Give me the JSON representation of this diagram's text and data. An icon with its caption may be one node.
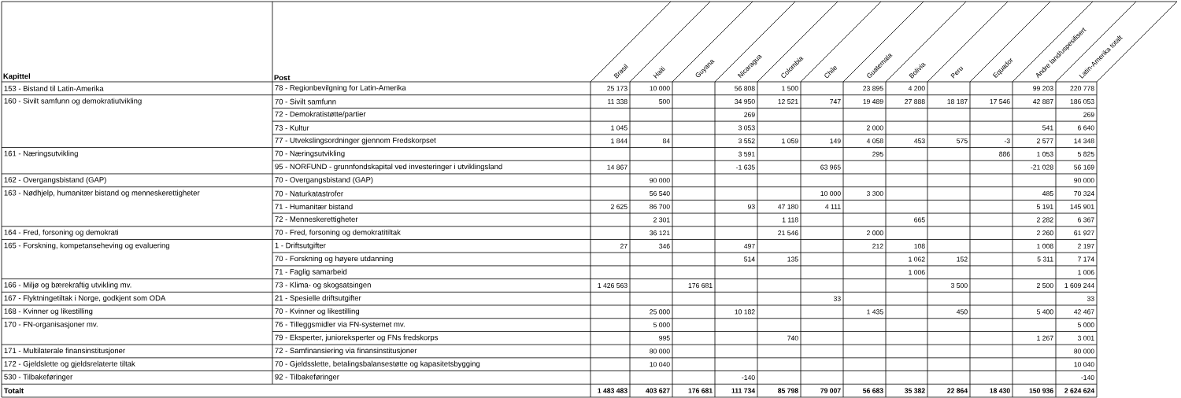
{
  "diagram": {
    "labels": [
      "Kapittel",
      "Post",
      "Brasil",
      "Haiti",
      "Guyana",
      "Nicaragua",
      "Colombia",
      "Chile",
      "Guatemala",
      "Bolivia",
      "Peru",
      "Equador",
      "Andre land/uspesifisert",
      "Latin-Amerika totalt",
      "153 - Bistand til Latin-Amerika",
      "78 - Regionbevilgning for Latin-Amerika",
      "25 173",
      "10 000",
      "56 808",
      "1 500",
      "23 895",
      "4 200",
      "99 203",
      "220 778",
      "160 - Sivilt samfunn og demokratiutvikling",
      "70 - Sivilt samfunn",
      "11 338",
      "500",
      "34 950",
      "12 521",
      "747",
      "19 489",
      "27 888",
      "18 187",
      "17 546",
      "42 887",
      "186 053",
      "72 - Demokratistøtte/partier",
      "269",
      "269",
      "73 - Kultur",
      "1 045",
      "3 053",
      "2 000",
      "541",
      "6 640",
      "77 - Utvekslingsordninger gjennom Fredskorpset",
      "1 844",
      "84",
      "3 552",
      "1 059",
      "149",
      "4 058",
      "453",
      "575",
      "-3",
      "2 577",
      "14 348",
      "161 - Næringsutvikling",
      "70 - Næringsutvikling",
      "3 591",
      "295",
      "886",
      "1 053",
      "5 825",
      "95 - NORFUND - grunnfondskapital ved investeringer i utviklingsland",
      "14 867",
      "-1 635",
      "63 965",
      "-21 028",
      "56 169",
      "162 - Overgangsbistand (GAP)",
      "70 - Overgangsbistand (GAP)",
      "90 000",
      "90 000",
      "163 - Nødhjelp, humanitær bistand og menneskerettigheter",
      "70 - Naturkatastrofer",
      "56 540",
      "10 000",
      "3 300",
      "485",
      "70 324",
      "71 - Humanitær bistand",
      "2 625",
      "86 700",
      "93",
      "47 180",
      "4 111",
      "5 191",
      "145 901",
      "72 - Menneskerettigheter",
      "2 301",
      "1 118",
      "665",
      "2 282",
      "6 367",
      "164 - Fred, forsoning og demokrati",
      "70 - Fred, forsoning og demokratitiltak",
      "36 121",
      "21 546",
      "2 000",
      "2 260",
      "61 927",
      "165 - Forskning, kompetanseheving og evaluering",
      "1 - Driftsutgifter",
      "27",
      "346",
      "497",
      "212",
      "108",
      "1 008",
      "2 197",
      "70 - Forskning og høyere utdanning",
      "514",
      "135",
      "1 062",
      "152",
      "5 311",
      "7 174",
      "71 - Faglig samarbeid",
      "1 006",
      "1 006",
      "166 - Miljø og bærekraftig utvikling mv.",
      "73 - Klima- og skogsatsingen",
      "1 426 563",
      "176 681",
      "3 500",
      "2 500",
      "1 609 244",
      "167 - Flyktningetiltak i Norge, godkjent som ODA",
      "21 - Spesielle driftsutgifter",
      "33",
      "33",
      "168 - Kvinner og likestilling",
      "70 - Kvinner og likestilling",
      "25 000",
      "10 182",
      "1 435",
      "450",
      "5 400",
      "42 467",
      "170 - FN-organisasjoner mv.",
      "76 - Tilleggsmidler via FN-systemet mv.",
      "5 000",
      "5 000",
      "79 - Eksperter, junioreksperter og FNs fredskorps",
      "995",
      "740",
      "1 267",
      "3 001",
      "171 - Multilaterale finansinstitusjoner",
      "72 - Samfinansiering via finansinstitusjoner",
      "80 000",
      "80 000",
      "172 - Gjeldslette og gjeldsrelaterte tiltak",
      "70 - Gjeldsslette, betalingsbalansestøtte og kapasitetsbygging",
      "10 040",
      "10 040",
      "530 - Tilbakeføringer",
      "92 - Tilbakeføringer",
      "-140",
      "-140",
      "Totalt",
      "1 483 483",
      "403 627",
      "176 681",
      "111 734",
      "85 798",
      "79 007",
      "56 683",
      "35 382",
      "22 864",
      "18 430",
      "150 936",
      "2 624 624"
    ]
  }
}
